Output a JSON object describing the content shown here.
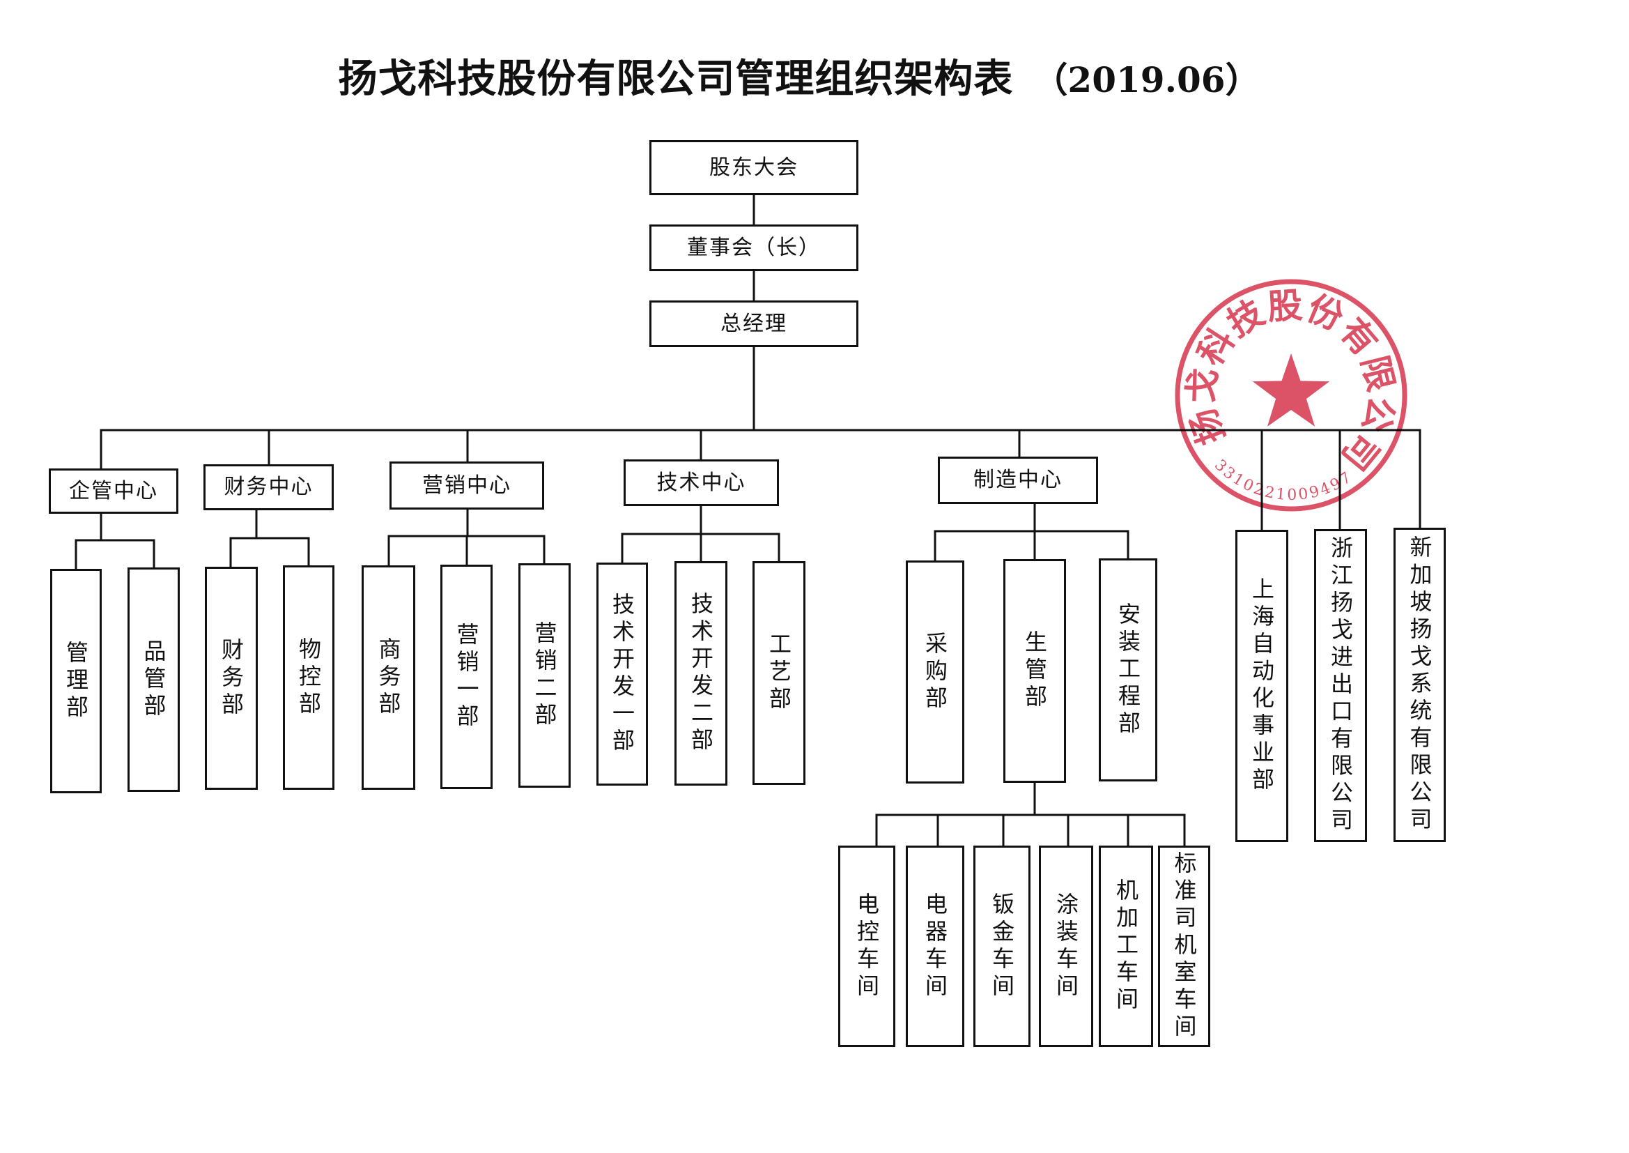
{
  "title": "扬戈科技股份有限公司管理组织架构表",
  "title_date": "（2019.06）",
  "governance": {
    "shareholders_meeting": "股东大会",
    "board": "董事会（长）",
    "general_manager": "总经理"
  },
  "centers": [
    {
      "name": "企管中心",
      "departments": [
        "管理部",
        "品管部"
      ]
    },
    {
      "name": "财务中心",
      "departments": [
        "财务部",
        "物控部"
      ]
    },
    {
      "name": "营销中心",
      "departments": [
        "商务部",
        "营销一部",
        "营销二部"
      ]
    },
    {
      "name": "技术中心",
      "departments": [
        "技术开发一部",
        "技术开发二部",
        "工艺部"
      ]
    },
    {
      "name": "制造中心",
      "departments": [
        "采购部",
        "生管部",
        "安装工程部"
      ]
    }
  ],
  "production_workshops": [
    "电控车间",
    "电器车间",
    "钣金车间",
    "涂装车间",
    "机加工车间",
    "标准司机室车间"
  ],
  "business_units": [
    "上海自动化事业部",
    "浙江扬戈进出口有限公司",
    "新加坡扬戈系统有限公司"
  ],
  "seal": {
    "name": "扬戈科技股份有限公司",
    "number": "3310221009497",
    "icon": "star-icon"
  },
  "colors": {
    "ink": "#111111",
    "seal": "#d73a52",
    "background": "#ffffff"
  }
}
